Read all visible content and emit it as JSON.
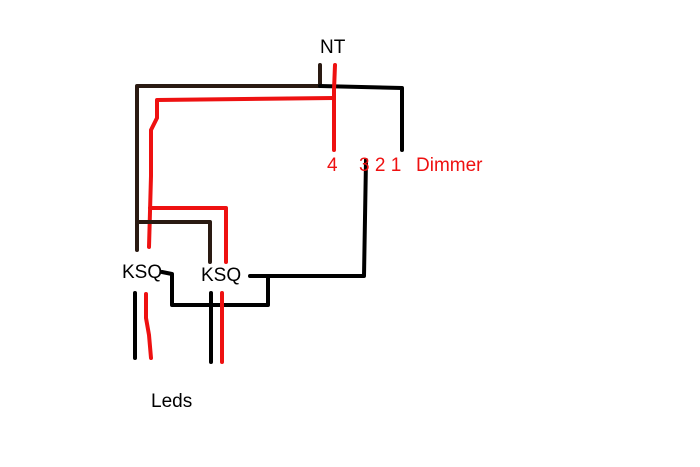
{
  "labels": {
    "nt": "NT",
    "terminal_4": "4",
    "terminals_321": "3 2 1",
    "dimmer": "Dimmer",
    "ksq_left": "KSQ",
    "ksq_right": "KSQ",
    "leds": "Leds"
  },
  "colors": {
    "black_wire": "#000000",
    "brown_wire": "#2a1a12",
    "red_wire": "#ee1111",
    "red_text": "#ee1111"
  }
}
